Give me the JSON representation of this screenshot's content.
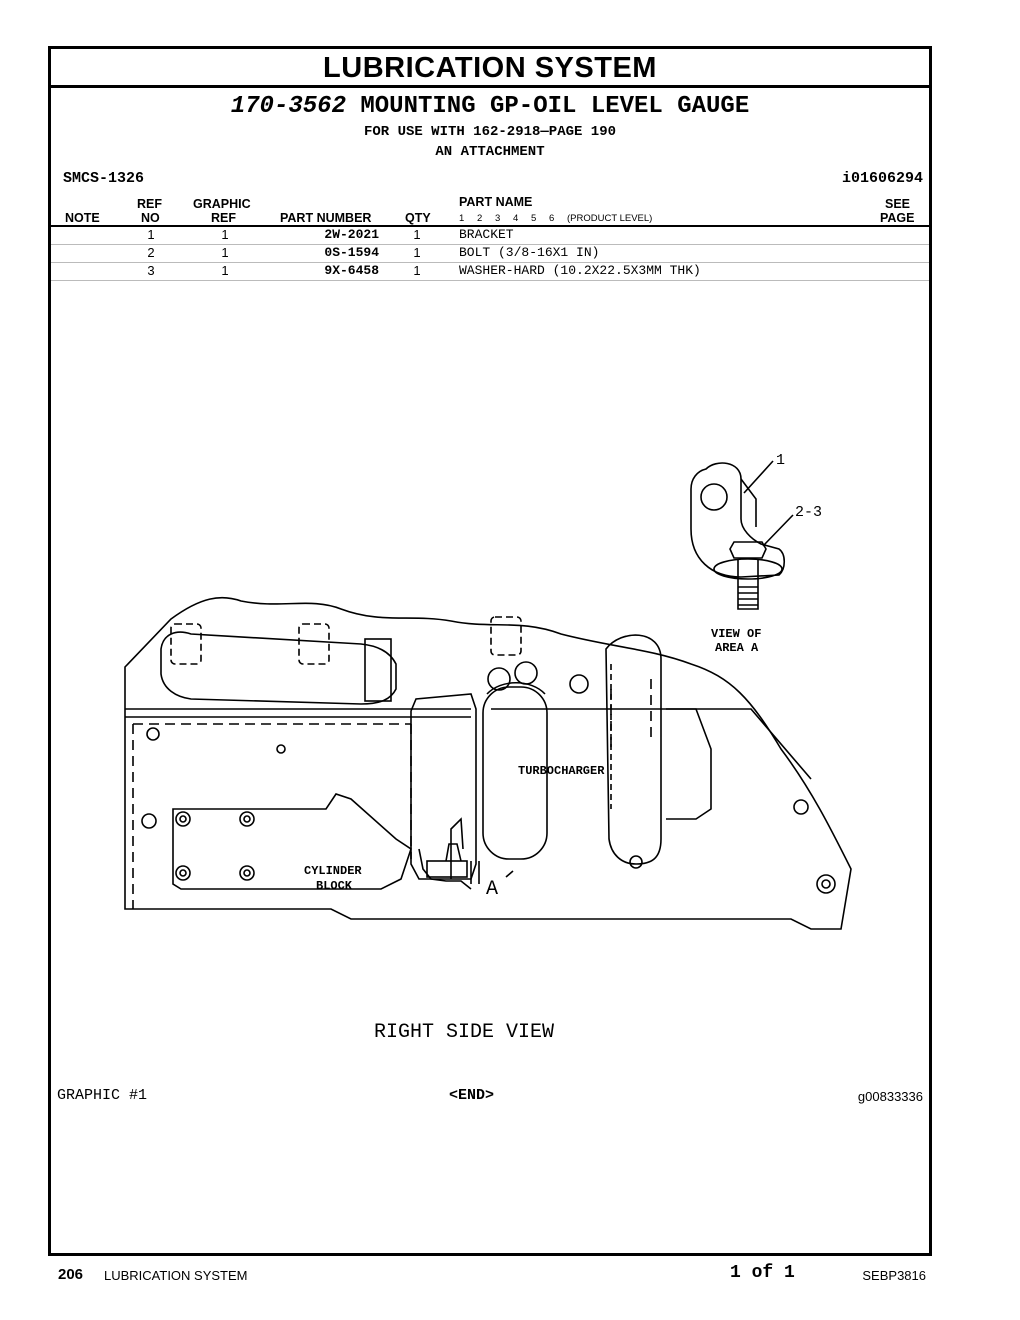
{
  "section_title": "LUBRICATION SYSTEM",
  "group": {
    "number": "170-3562",
    "name": "MOUNTING GP-OIL LEVEL GAUGE"
  },
  "use_with": "FOR USE WITH 162-2918—PAGE 190",
  "attachment": "AN ATTACHMENT",
  "smcs": "SMCS-1326",
  "info_id": "i01606294",
  "table": {
    "headers": {
      "note": "NOTE",
      "ref_top": "REF",
      "ref_bottom": "NO",
      "graphic_top": "GRAPHIC",
      "graphic_bottom": "REF",
      "part_number": "PART NUMBER",
      "qty": "QTY",
      "part_name": "PART NAME",
      "levels": [
        "1",
        "2",
        "3",
        "4",
        "5",
        "6"
      ],
      "product_level": "(PRODUCT LEVEL)",
      "see_top": "SEE",
      "see_bottom": "PAGE"
    },
    "rows": [
      {
        "ref": "1",
        "graphic_ref": "1",
        "part_number": "2W-2021",
        "qty": "1",
        "name": "BRACKET"
      },
      {
        "ref": "2",
        "graphic_ref": "1",
        "part_number": "0S-1594",
        "qty": "1",
        "name": "BOLT (3/8-16X1 IN)"
      },
      {
        "ref": "3",
        "graphic_ref": "1",
        "part_number": "9X-6458",
        "qty": "1",
        "name": "WASHER-HARD (10.2X22.5X3MM THK)"
      }
    ]
  },
  "drawing": {
    "callout_1": "1",
    "callout_2": "2-3",
    "view_line1": "VIEW OF",
    "view_line2": "AREA A",
    "turbocharger": "TURBOCHARGER",
    "cylinder_line1": "CYLINDER",
    "cylinder_line2": "BLOCK",
    "area_letter": "A",
    "view_title": "RIGHT SIDE VIEW"
  },
  "graphic_label": "GRAPHIC #1",
  "end_label": "<END>",
  "graphic_id": "g00833336",
  "footer": {
    "page_number": "206",
    "section": "LUBRICATION SYSTEM",
    "page_of": "1 of 1",
    "doc_id": "SEBP3816"
  }
}
